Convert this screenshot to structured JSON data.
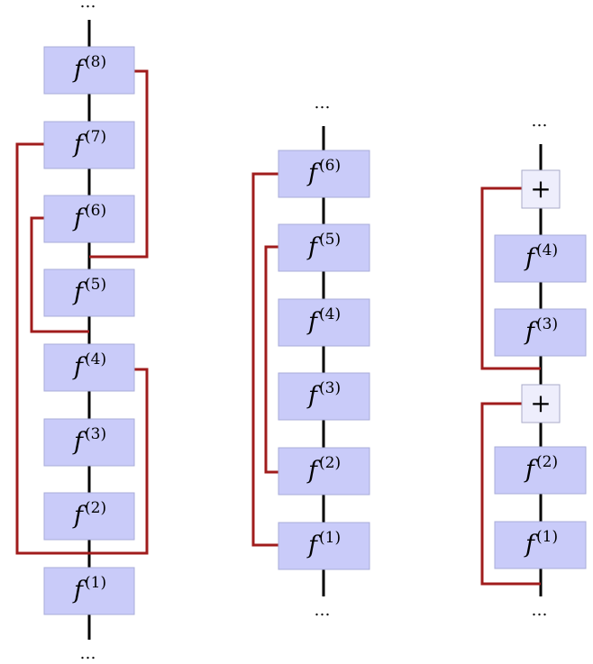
{
  "diagrams": [
    {
      "top_ellipsis": "…",
      "bottom_ellipsis": "…",
      "blocks": [
        {
          "fn": "f",
          "sup": "(8)"
        },
        {
          "fn": "f",
          "sup": "(7)"
        },
        {
          "fn": "f",
          "sup": "(6)"
        },
        {
          "fn": "f",
          "sup": "(5)"
        },
        {
          "fn": "f",
          "sup": "(4)"
        },
        {
          "fn": "f",
          "sup": "(3)"
        },
        {
          "fn": "f",
          "sup": "(2)"
        },
        {
          "fn": "f",
          "sup": "(1)"
        }
      ]
    },
    {
      "top_ellipsis": "…",
      "bottom_ellipsis": "…",
      "blocks": [
        {
          "fn": "f",
          "sup": "(6)"
        },
        {
          "fn": "f",
          "sup": "(5)"
        },
        {
          "fn": "f",
          "sup": "(4)"
        },
        {
          "fn": "f",
          "sup": "(3)"
        },
        {
          "fn": "f",
          "sup": "(2)"
        },
        {
          "fn": "f",
          "sup": "(1)"
        }
      ]
    },
    {
      "top_ellipsis": "…",
      "bottom_ellipsis": "…",
      "sum_nodes": [
        "+",
        "+"
      ],
      "blocks": [
        {
          "fn": "f",
          "sup": "(4)"
        },
        {
          "fn": "f",
          "sup": "(3)"
        },
        {
          "fn": "f",
          "sup": "(2)"
        },
        {
          "fn": "f",
          "sup": "(1)"
        }
      ]
    }
  ],
  "colors": {
    "block_fill": "#c9cbf9",
    "sum_fill": "#eeeefc",
    "skip_connection": "#a01c1c",
    "spine": "#000000"
  }
}
